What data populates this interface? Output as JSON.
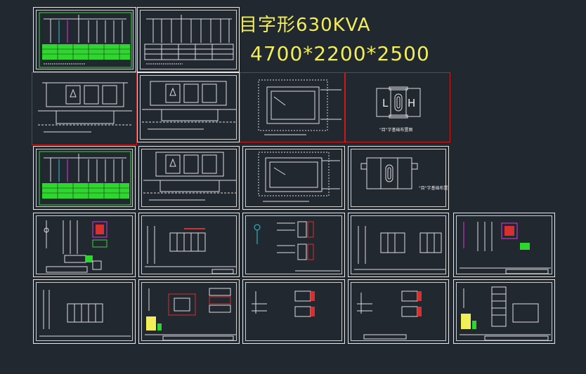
{
  "drawing": {
    "title_line1": "目字形630KVA",
    "title_line2": "4700*2200*2500",
    "sheet_labels": {
      "floor_plan_a": "\"目\"字基础布置图",
      "floor_plan_b": "\"目\"字基础布置"
    },
    "room_letters": {
      "low": "L",
      "high": "H"
    }
  },
  "colors": {
    "background": "#212830",
    "frame": "#e8e8e8",
    "selection": "#d01818",
    "title": "#f2ee5a",
    "fill_green": "#2fd62f",
    "magenta": "#e038e0",
    "cyan": "#33c8d8",
    "red_block": "#d83030"
  }
}
